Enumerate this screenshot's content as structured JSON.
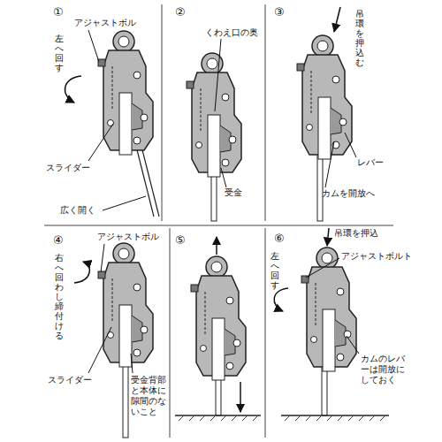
{
  "diagram": {
    "labels": [
      "①",
      "左へ回す",
      "アジャストボル",
      "スライダー",
      "広く開く",
      "②",
      "くわえ口の奥",
      "受金",
      "③",
      "吊環を押込む",
      "レバー",
      "カムを開放へ",
      "④",
      "右へ回わし締付ける",
      "アジャストボル",
      "スライダー",
      "受金背部と本体に隙間のないこと",
      "⑤",
      "⑥",
      "左へ回す",
      "吊環を押込",
      "アジャストボルト",
      "カムのレバーは開放にしておく"
    ]
  }
}
